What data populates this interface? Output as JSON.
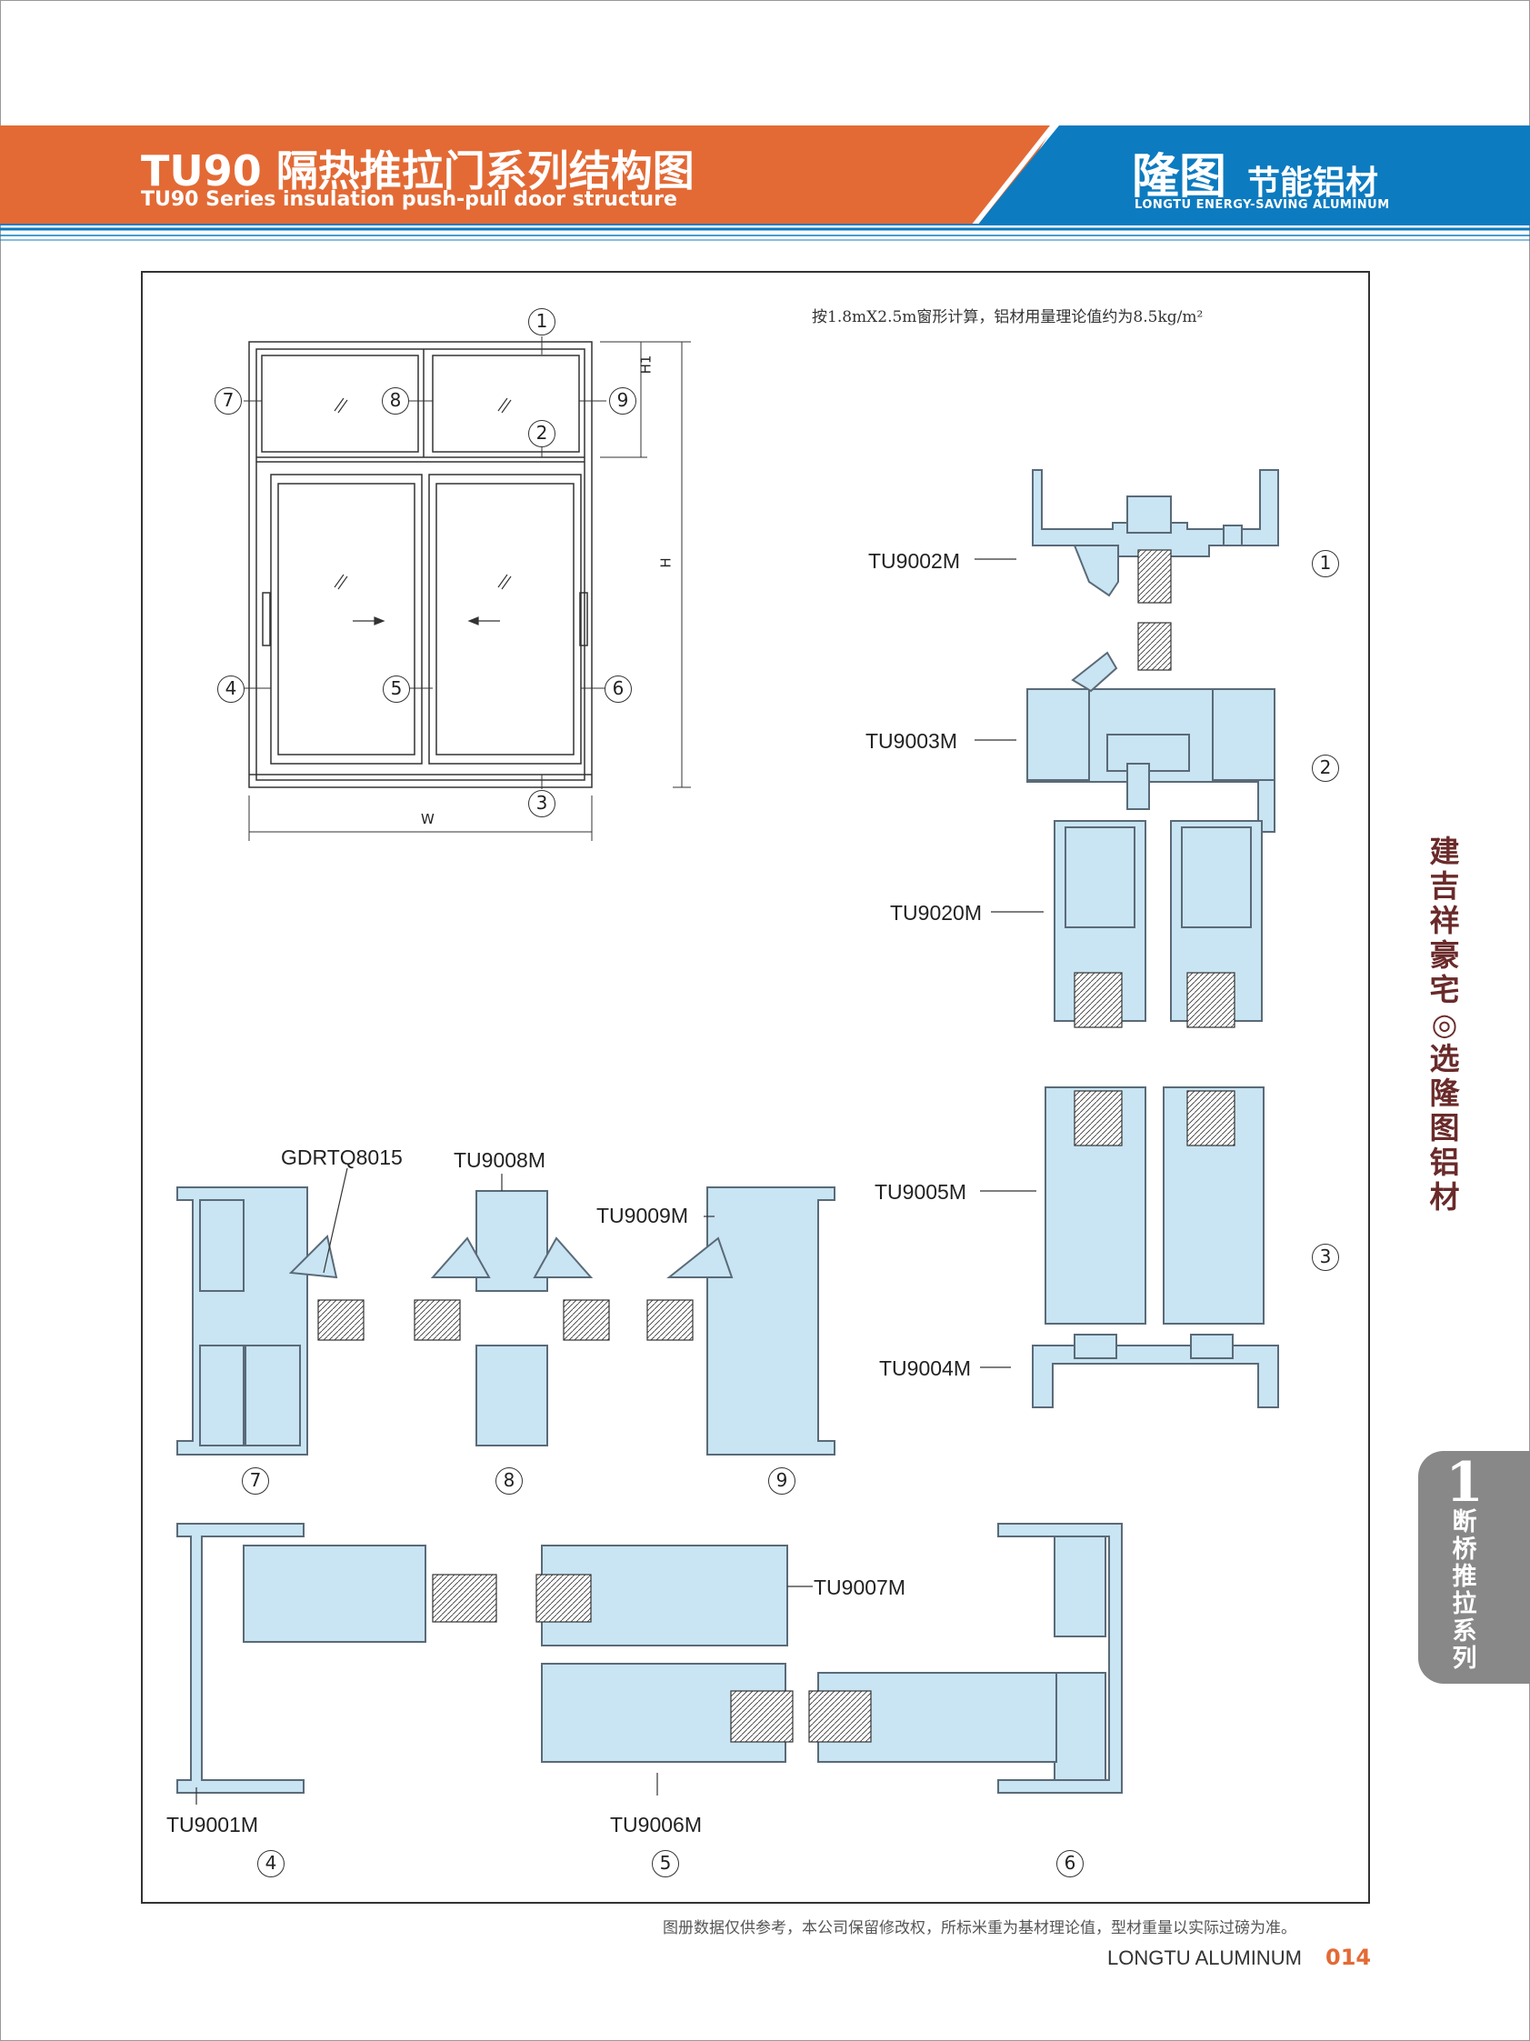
{
  "header": {
    "title_cn": "TU90 隔热推拉门系列结构图",
    "title_en": "TU90 Series insulation push-pull door structure",
    "brand_name": "隆图",
    "brand_slogan": "节能铝材",
    "brand_en": "LONGTU ENERGY-SAVING ALUMINUM",
    "colors": {
      "orange": "#e36a35",
      "blue": "#0d7bc0"
    }
  },
  "note": "按1.8mX2.5m窗形计算，铝材用量理论值约为8.5kg/m²",
  "elevation": {
    "callouts": [
      "1",
      "2",
      "3",
      "4",
      "5",
      "6",
      "7",
      "8",
      "9"
    ],
    "dimension_labels": {
      "h1": "H1",
      "h": "H",
      "w": "W"
    }
  },
  "profile_labels": {
    "tu9002m": "TU9002M",
    "tu9003m": "TU9003M",
    "tu9020m": "TU9020M",
    "tu9005m": "TU9005M",
    "tu9004m": "TU9004M",
    "gdrtq8015": "GDRTQ8015",
    "tu9008m": "TU9008M",
    "tu9009m": "TU9009M",
    "tu9007m": "TU9007M",
    "tu9001m": "TU9001M",
    "tu9006m": "TU9006M"
  },
  "section_callouts": {
    "s1": "1",
    "s2": "2",
    "s3": "3",
    "s7": "7",
    "s8": "8",
    "s9": "9",
    "s4": "4",
    "s5": "5",
    "s6": "6"
  },
  "side": {
    "title": "建吉祥豪宅◎选隆图铝材",
    "tab_number": "1",
    "tab_label": "断桥推拉系列"
  },
  "footer": {
    "disclaimer": "图册数据仅供参考，本公司保留修改权，所标米重为基材理论值，型材重量以实际过磅为准。",
    "company": "LONGTU ALUMINUM",
    "page_number": "014"
  }
}
